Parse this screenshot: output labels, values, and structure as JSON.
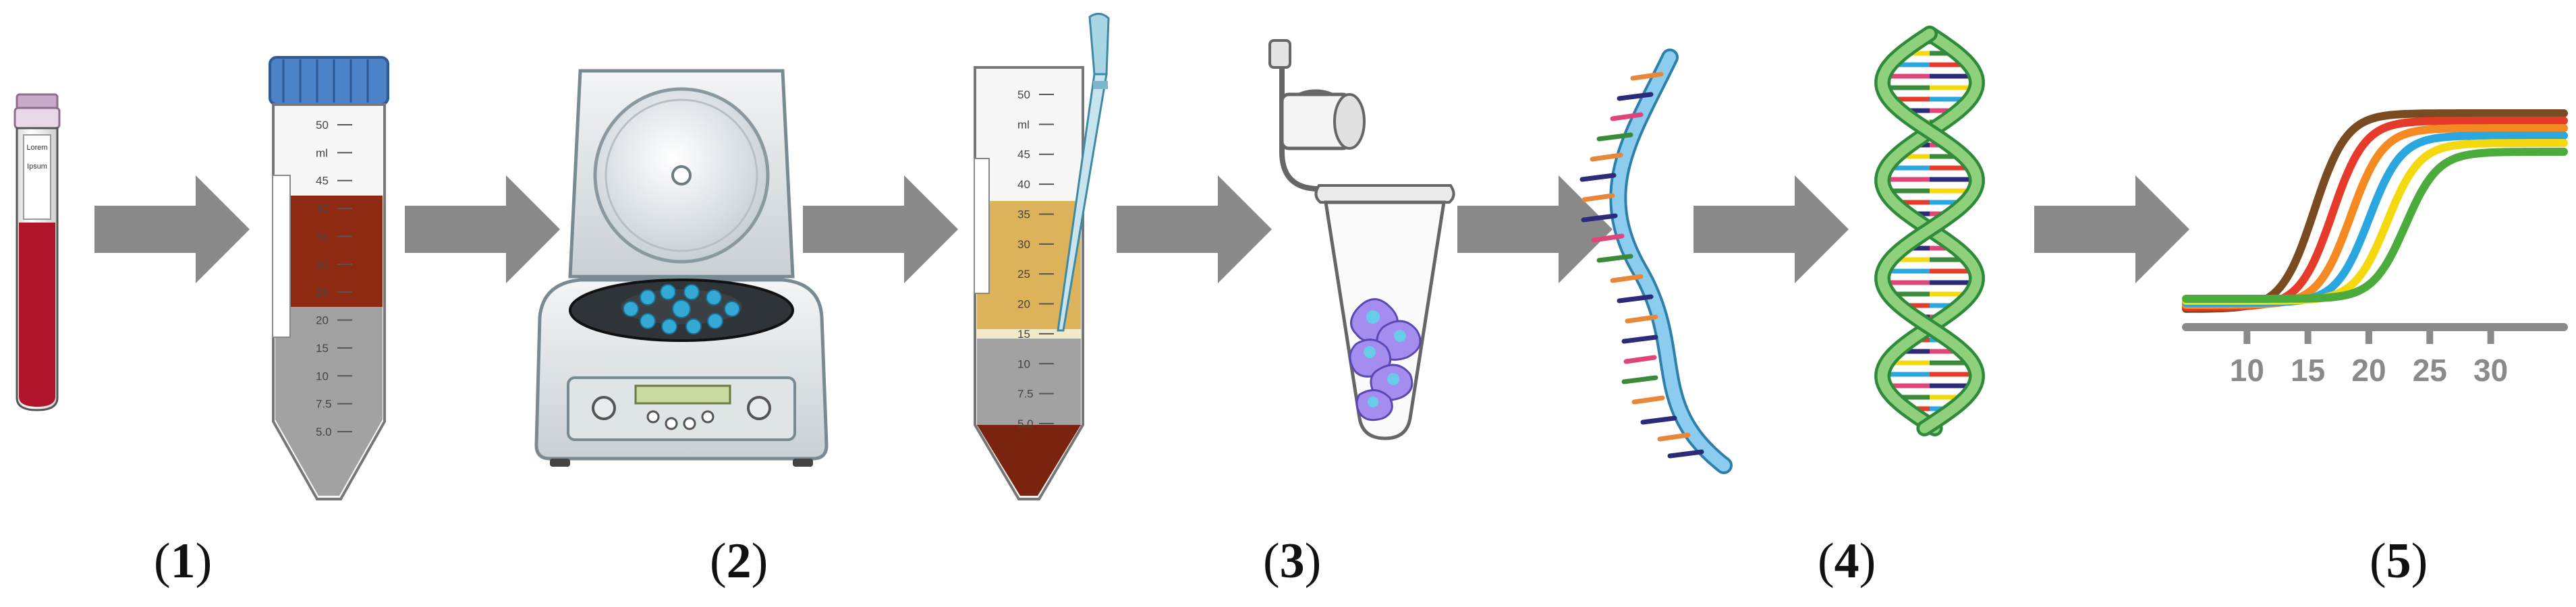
{
  "steps": [
    {
      "label": "(1)",
      "num": "1"
    },
    {
      "label": "(2)",
      "num": "2"
    },
    {
      "label": "(3)",
      "num": "3"
    },
    {
      "label": "(4)",
      "num": "4"
    },
    {
      "label": "(5)",
      "num": "5"
    }
  ],
  "blood_tube": {
    "label_top": "Lorem",
    "label_bottom": "Ipsum"
  },
  "tube_scale": [
    "50",
    "ml",
    "45",
    "40",
    "35",
    "30",
    "25",
    "20",
    "15",
    "10",
    "7.5",
    "5.0"
  ],
  "pcr_axis_ticks": [
    "10",
    "15",
    "20",
    "25",
    "30"
  ],
  "colors": {
    "arrow": "#8a8a8a",
    "blood": "#b0142a",
    "dark_red": "#8e2a12",
    "plasma": "#dcb25b",
    "cap_blue": "#4b82c8",
    "rna_blue": "#7cc3e8",
    "dna_green": "#6dc06b",
    "pcr_curves": [
      "#7a4a21",
      "#e63b2a",
      "#f58a23",
      "#2aa7de",
      "#f5d90f",
      "#4bab3c"
    ]
  }
}
